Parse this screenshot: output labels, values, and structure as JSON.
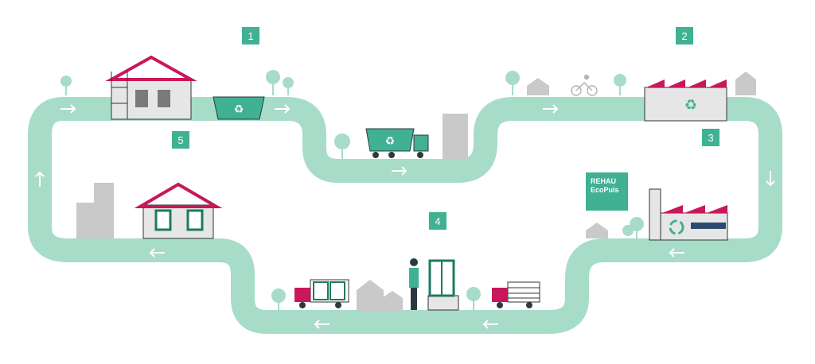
{
  "steps": [
    {
      "number": "1"
    },
    {
      "number": "2"
    },
    {
      "number": "3"
    },
    {
      "number": "4"
    },
    {
      "number": "5"
    }
  ],
  "brand": {
    "line1": "REHAU",
    "line2": "EcoPuls"
  },
  "colors": {
    "path": "#a7dcc8",
    "accent": "#40b192",
    "magenta": "#c8175a",
    "gray": "#c9c9c9",
    "dark": "#2a3a40"
  }
}
